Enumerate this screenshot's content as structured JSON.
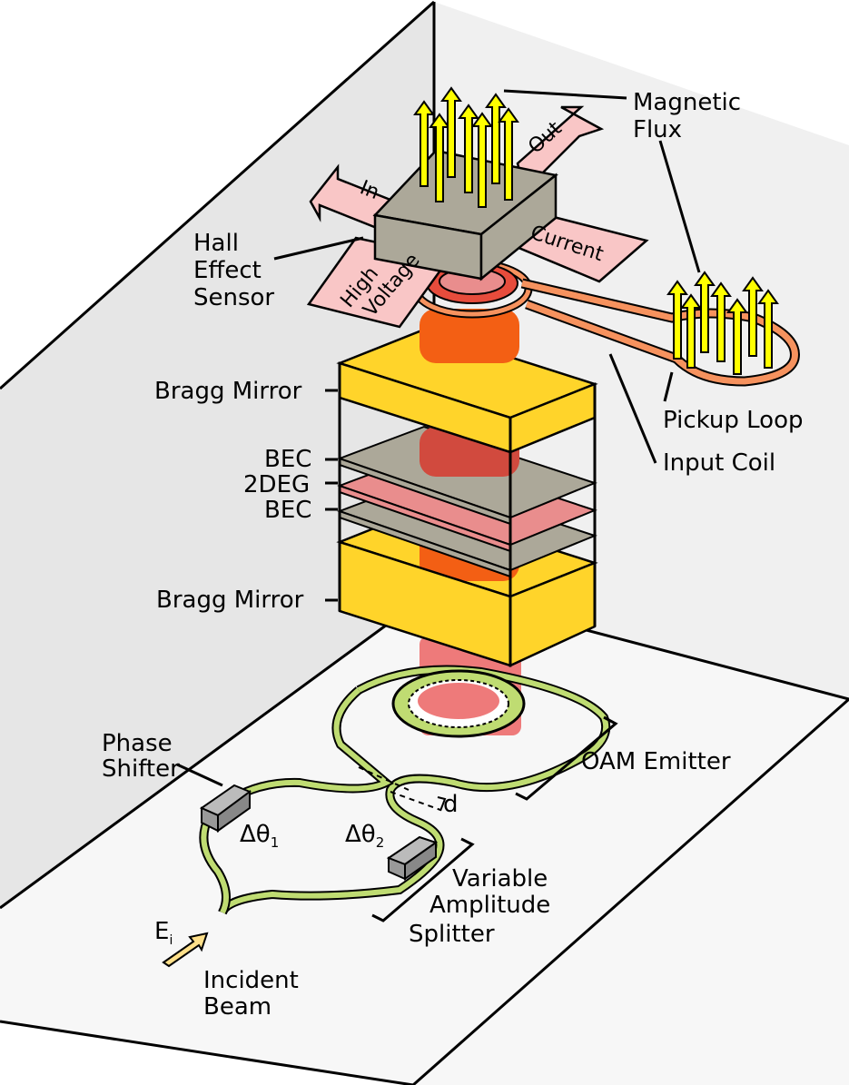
{
  "diagram": {
    "title": "OAM emitter device stack schematic",
    "labels": {
      "magnetic_flux": [
        "Magnetic",
        "Flux"
      ],
      "hall_effect_sensor": [
        "Hall",
        "Effect",
        "Sensor"
      ],
      "in": "In",
      "out": "Out",
      "current": "Current",
      "high_voltage": [
        "High",
        "Voltage"
      ],
      "bragg_mirror_top": "Bragg Mirror",
      "bec_top": "BEC",
      "twodeg": "2DEG",
      "bec_bottom": "BEC",
      "bragg_mirror_bottom": "Bragg Mirror",
      "pickup_loop": "Pickup Loop",
      "input_coil": "Input Coil",
      "phase_shifter": [
        "Phase",
        "Shifter"
      ],
      "delta_theta_1": "Δθ",
      "delta_theta_1_sub": "1",
      "delta_theta_2": "Δθ",
      "delta_theta_2_sub": "2",
      "d": "d",
      "oam_emitter": "OAM Emitter",
      "variable_amplitude_splitter": [
        "Variable",
        "Amplitude",
        "Splitter"
      ],
      "e_i": "E",
      "e_i_sub": "i",
      "incident_beam": [
        "Incident",
        "Beam"
      ]
    },
    "colors": {
      "wall_left": "#e6e6e6",
      "wall_right": "#f0f0f0",
      "floor": "#f7f7f7",
      "sensor": "#aca899",
      "arrow_pink": "#f9c6c6",
      "flux_yellow": "#ffff00",
      "mirror": "#ffd42a",
      "beam_orange": "#f35f14",
      "beam_red": "#ec6c6c",
      "bec_gray": "#aca899",
      "twodeg_pink": "#e98d8d",
      "coil_orange": "#f6925e",
      "waveguide_green": "#bfdc72",
      "phase_box": "#999999",
      "incident_arrow": "#ffe08a"
    }
  }
}
